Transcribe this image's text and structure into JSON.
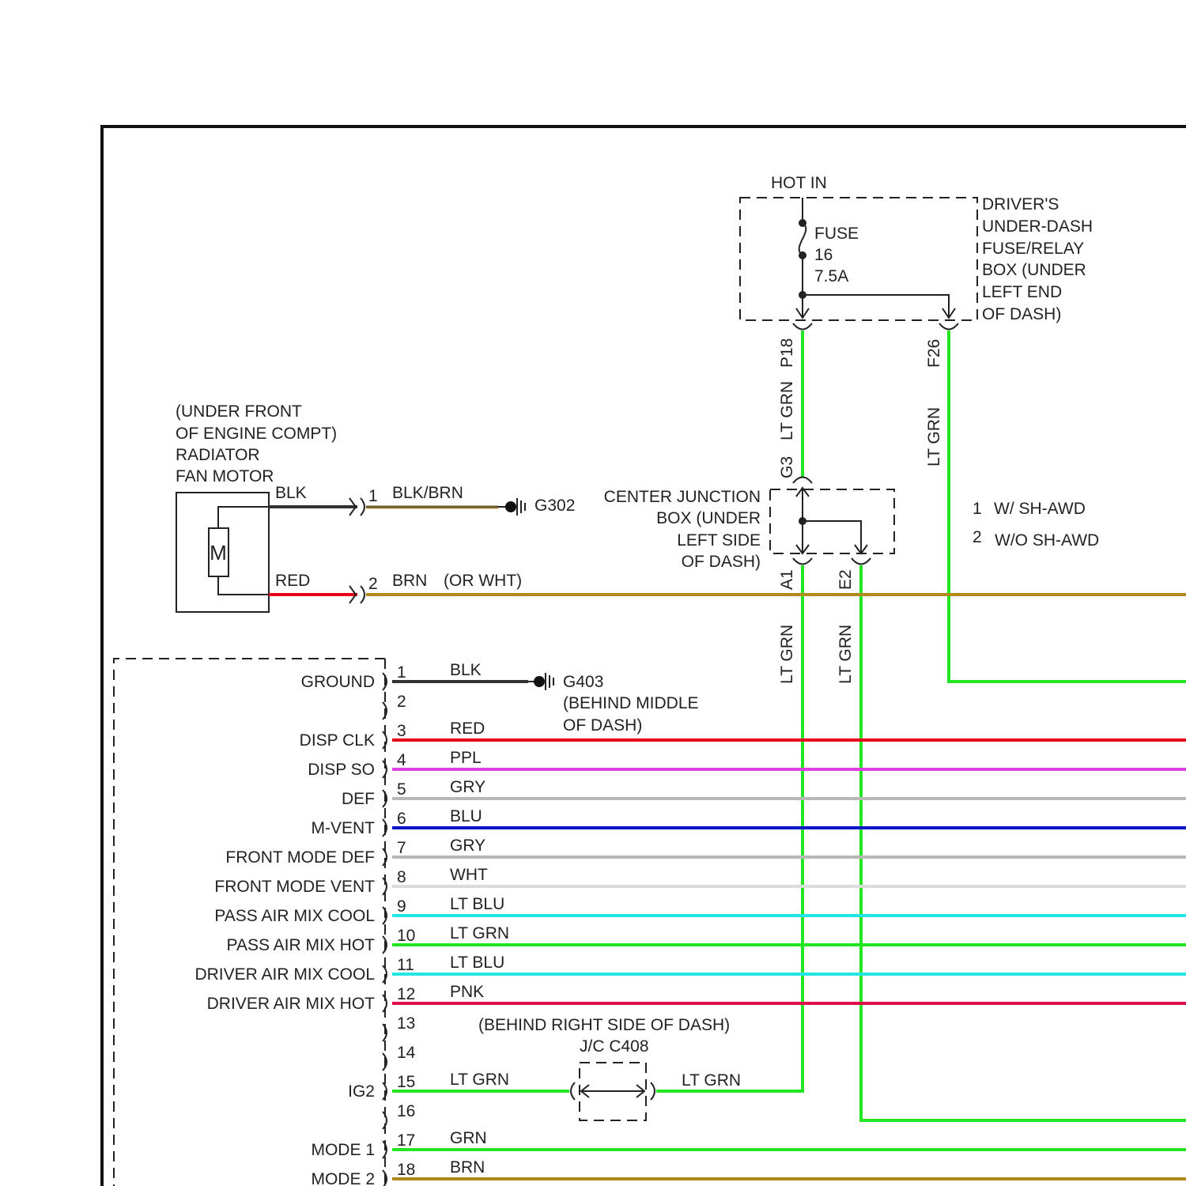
{
  "colors": {
    "LT GRN": "#22e622",
    "GRN": "#22e622",
    "RED": "#e8001a",
    "PPL": "#e040e0",
    "GRY": "#b8b8b8",
    "BLU": "#0016c8",
    "WHT": "#dcdcdc",
    "LT BLU": "#22e6e6",
    "PNK": "#e0104a",
    "BRN": "#b08a18",
    "BLK": "#333333"
  },
  "fuse_box": {
    "hot_in": "HOT IN",
    "fuse_label": "FUSE",
    "fuse_number": "16",
    "fuse_rating": "7.5A",
    "name_lines": [
      "DRIVER'S",
      "UNDER-DASH",
      "FUSE/RELAY",
      "BOX (UNDER",
      "LEFT END",
      "OF DASH)"
    ],
    "pin_p18": "P18",
    "pin_f26": "F26"
  },
  "center_junction": {
    "name_lines": [
      "CENTER JUNCTION",
      "BOX (UNDER",
      "LEFT SIDE",
      "OF DASH)"
    ],
    "pin_g3": "G3",
    "pin_a1": "A1",
    "pin_e2": "E2"
  },
  "wire_labels": {
    "p18_to_g3": "LT GRN",
    "f26_down": "LT GRN",
    "a1_down": "LT GRN",
    "e2_down": "LT GRN"
  },
  "legend": [
    {
      "num": "1",
      "text": "W/ SH-AWD"
    },
    {
      "num": "2",
      "text": "W/O SH-AWD"
    }
  ],
  "fan_motor": {
    "name_lines": [
      "(UNDER FRONT",
      "OF ENGINE COMPT)",
      "RADIATOR",
      "FAN MOTOR"
    ],
    "symbol": "M",
    "wire1_color": "BLK",
    "wire2_color": "RED",
    "pin1": "1",
    "pin2": "2",
    "out1_color": "BLK/BRN",
    "out2_color": "BRN",
    "out2_note": "(OR WHT)",
    "ground": "G302"
  },
  "connector": {
    "ground_name": "G403",
    "ground_location_lines": [
      "(BEHIND MIDDLE",
      "OF DASH)"
    ],
    "pins": [
      {
        "num": "1",
        "label": "GROUND",
        "wire": "BLK"
      },
      {
        "num": "2",
        "label": "",
        "wire": ""
      },
      {
        "num": "3",
        "label": "DISP CLK",
        "wire": "RED"
      },
      {
        "num": "4",
        "label": "DISP SO",
        "wire": "PPL"
      },
      {
        "num": "5",
        "label": "DEF",
        "wire": "GRY"
      },
      {
        "num": "6",
        "label": "M-VENT",
        "wire": "BLU"
      },
      {
        "num": "7",
        "label": "FRONT MODE DEF",
        "wire": "GRY"
      },
      {
        "num": "8",
        "label": "FRONT MODE VENT",
        "wire": "WHT"
      },
      {
        "num": "9",
        "label": "PASS AIR MIX COOL",
        "wire": "LT BLU"
      },
      {
        "num": "10",
        "label": "PASS AIR MIX HOT",
        "wire": "LT GRN"
      },
      {
        "num": "11",
        "label": "DRIVER AIR MIX COOL",
        "wire": "LT BLU"
      },
      {
        "num": "12",
        "label": "DRIVER AIR MIX HOT",
        "wire": "PNK"
      },
      {
        "num": "13",
        "label": "",
        "wire": ""
      },
      {
        "num": "14",
        "label": "",
        "wire": ""
      },
      {
        "num": "15",
        "label": "IG2",
        "wire": "LT GRN"
      },
      {
        "num": "16",
        "label": "",
        "wire": ""
      },
      {
        "num": "17",
        "label": "MODE 1",
        "wire": "GRN"
      },
      {
        "num": "18",
        "label": "MODE 2",
        "wire": "BRN"
      }
    ]
  },
  "jc_c408": {
    "location": "(BEHIND RIGHT SIDE OF DASH)",
    "name": "J/C C408",
    "wire_right": "LT GRN"
  }
}
